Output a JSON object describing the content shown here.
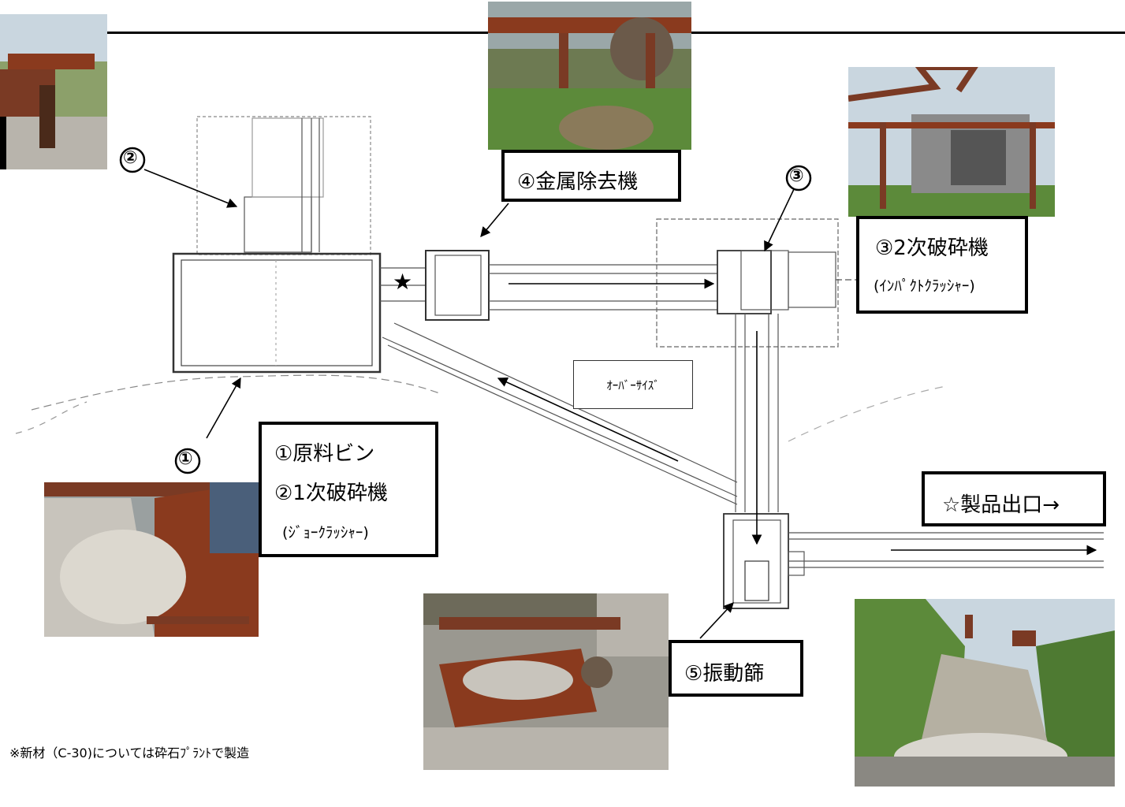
{
  "labels": {
    "metal_remover": "④金属除去機",
    "secondary_crusher": "③2次破砕機",
    "secondary_crusher_type": "(ｲﾝﾊﾟｸﾄｸﾗｯｼｬｰ)",
    "raw_bin": "①原料ビン",
    "primary_crusher": "②1次破砕機",
    "primary_crusher_type": "(ｼﾞｮｰｸﾗｯｼｬｰ)",
    "product_exit": "☆製品出口→",
    "vibrating_screen": "⑤振動篩",
    "oversize": "ｵｰﾊﾞｰｻｲｽﾞ"
  },
  "callouts": {
    "one": "①",
    "two": "②",
    "three": "③"
  },
  "marks": {
    "star": "★"
  },
  "footnote": "※新材（C-30)については砕石ﾌﾟﾗﾝﾄで製造",
  "colors": {
    "rust": "#8a3a1e",
    "vegetation": "#5c8a3a",
    "sky": "#c9d6df",
    "gravel": "#b8b4ac"
  }
}
